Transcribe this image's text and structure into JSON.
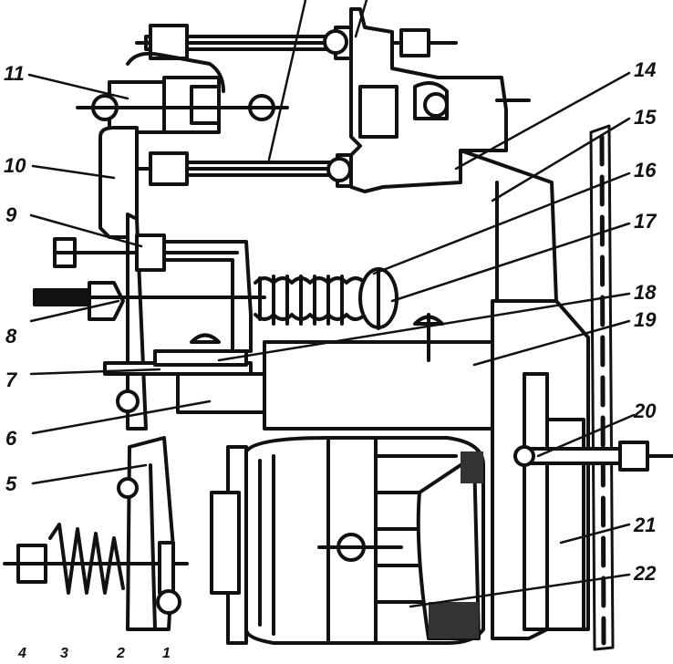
{
  "labels": {
    "n1": "1",
    "n2": "2",
    "n3": "3",
    "n4": "4",
    "n5": "5",
    "n6": "6",
    "n7": "7",
    "n8": "8",
    "n9": "9",
    "n10": "10",
    "n11": "11",
    "n14": "14",
    "n15": "15",
    "n16": "16",
    "n17": "17",
    "n18": "18",
    "n19": "19",
    "n20": "20",
    "n21": "21",
    "n22": "22"
  },
  "colors": {
    "ink": "#111111",
    "paper": "#ffffff"
  }
}
